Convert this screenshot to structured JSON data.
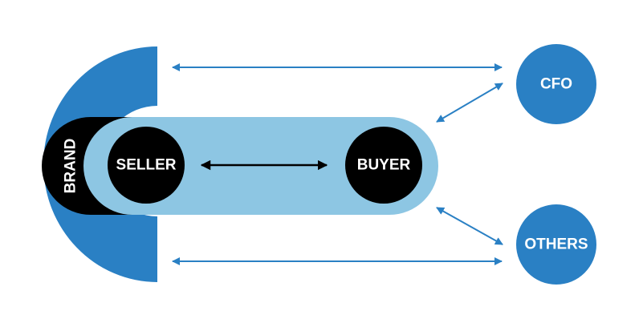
{
  "diagram": {
    "nodes": {
      "brand": "BRAND",
      "seller": "SELLER",
      "buyer": "BUYER",
      "cfo": "CFO",
      "others": "OTHERS"
    },
    "colors": {
      "brand_arc": "#2a80c4",
      "pipeline": "#8dc6e3",
      "circle_black": "#000000",
      "circle_blue": "#2a80c4",
      "arrow_blue": "#2a80c4",
      "arrow_black": "#000000",
      "label_white": "#ffffff"
    }
  }
}
